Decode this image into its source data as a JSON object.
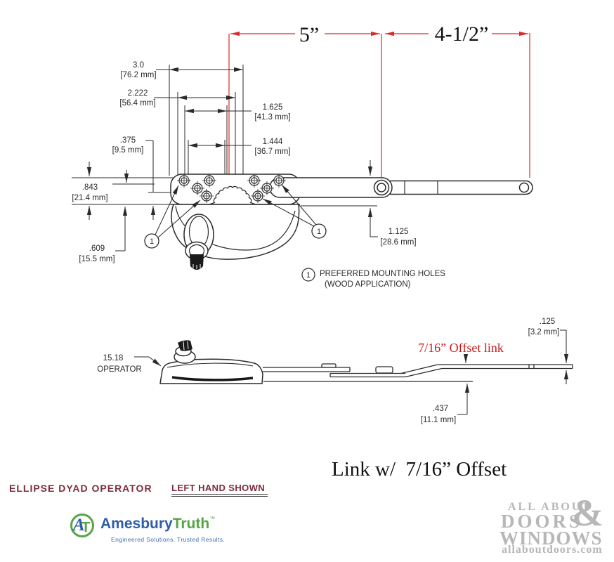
{
  "colors": {
    "line": "#2a2a2a",
    "red": "#d92b2b",
    "maroon": "#7c2c3c",
    "logo_blue": "#2f5da9",
    "logo_green": "#56a544",
    "tagline_blue": "#3c6cb4",
    "watermark_gray": "#b7b7b7"
  },
  "top_view": {
    "span_left": "5”",
    "span_right": "4-1/2”",
    "marker": "1",
    "dims": {
      "w30": {
        "in": "3.0",
        "mm": "[76.2 mm]"
      },
      "w2222": {
        "in": "2.222",
        "mm": "[56.4 mm]"
      },
      "w1625": {
        "in": "1.625",
        "mm": "[41.3 mm]"
      },
      "w1444": {
        "in": "1.444",
        "mm": "[36.7 mm]"
      },
      "h375": {
        "in": ".375",
        "mm": "[9.5 mm]"
      },
      "h843": {
        "in": ".843",
        "mm": "[21.4 mm]"
      },
      "h609": {
        "in": ".609",
        "mm": "[15.5 mm]"
      },
      "h1125": {
        "in": "1.125",
        "mm": "[28.6 mm]"
      }
    },
    "note": {
      "marker": "1",
      "line1": "PREFERRED MOUNTING HOLES",
      "line2": "(WOOD APPLICATION)"
    }
  },
  "side_view": {
    "operator_label": {
      "line1": "15.18",
      "line2": "OPERATOR"
    },
    "offset_link_label": "7/16” Offset link",
    "dims": {
      "t125": {
        "in": ".125",
        "mm": "[3.2 mm]"
      },
      "h437": {
        "in": ".437",
        "mm": "[11.1 mm]"
      }
    }
  },
  "caption": "Link w/  7/16” Offset",
  "footer": {
    "product_title": "ELLIPSE DYAD OPERATOR",
    "hand_label": "LEFT HAND SHOWN"
  },
  "logo": {
    "mark_a": "A",
    "mark_t": "T",
    "brand_blue": "Amesbury",
    "brand_green": "Truth",
    "tm": "™",
    "tagline": "Engineered Solutions. Trusted Results."
  },
  "watermark": {
    "line1": "ALL ABOUT",
    "line2": "DOORS",
    "ampersand": "&",
    "line3": "WINDOWS",
    "line4": "allaboutdoors.com"
  }
}
